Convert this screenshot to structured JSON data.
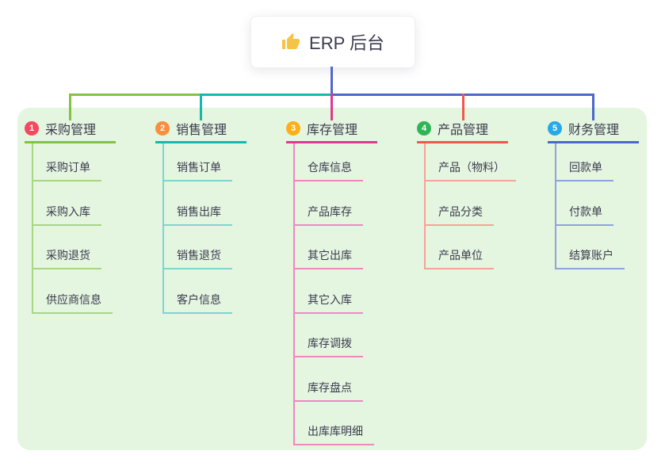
{
  "root": {
    "label": "ERP 后台",
    "icon": "thumbs-up-icon",
    "icon_color": "#f6c445"
  },
  "theme": {
    "background": "#ffffff",
    "panel_bg": "#e4f5e0",
    "text_color": "#3b3b4e",
    "root_stem_color": "#5068cf"
  },
  "branches": [
    {
      "badge": "1",
      "badge_color": "#f5495f",
      "label": "采购管理",
      "line_color": "#82c341",
      "child_line_color": "#a9d584",
      "children": [
        "采购订单",
        "采购入库",
        "采购退货",
        "供应商信息"
      ]
    },
    {
      "badge": "2",
      "badge_color": "#f98e3d",
      "label": "销售管理",
      "line_color": "#14b8af",
      "child_line_color": "#7fd4cd",
      "children": [
        "销售订单",
        "销售出库",
        "销售退货",
        "客户信息"
      ]
    },
    {
      "badge": "3",
      "badge_color": "#fdaf17",
      "label": "库存管理",
      "line_color": "#e0398f",
      "child_line_color": "#f088bf",
      "children": [
        "仓库信息",
        "产品库存",
        "其它出库",
        "其它入库",
        "库存调拨",
        "库存盘点",
        "出库库明细"
      ]
    },
    {
      "badge": "4",
      "badge_color": "#2fb558",
      "label": "产品管理",
      "line_color": "#f2574d",
      "child_line_color": "#f8a298",
      "children": [
        "产品（物料）",
        "产品分类",
        "产品单位"
      ]
    },
    {
      "badge": "5",
      "badge_color": "#27a8e8",
      "label": "财务管理",
      "line_color": "#4a67cf",
      "child_line_color": "#8fa3dc",
      "children": [
        "回款单",
        "付款单",
        "结算账户"
      ]
    }
  ]
}
